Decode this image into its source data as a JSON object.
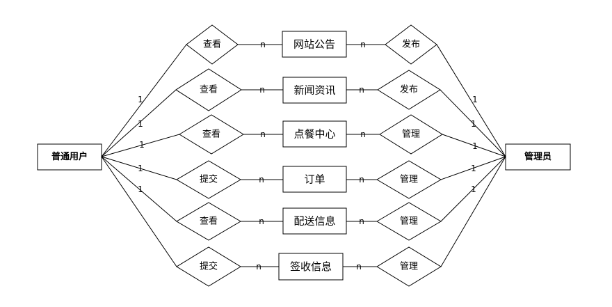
{
  "diagram": {
    "user_entity": "普通用户",
    "admin_entity": "管理员",
    "rows": [
      {
        "left_rel": "查看",
        "left_card_user": "1",
        "left_card_entity": "n",
        "entity": "网站公告",
        "right_card_entity": "n",
        "right_rel": "发布",
        "right_card_admin": "1"
      },
      {
        "left_rel": "查看",
        "left_card_user": "1",
        "left_card_entity": "n",
        "entity": "新闻资讯",
        "right_card_entity": "n",
        "right_rel": "发布",
        "right_card_admin": "1"
      },
      {
        "left_rel": "查看",
        "left_card_user": "1",
        "left_card_entity": "n",
        "entity": "点餐中心",
        "right_card_entity": "n",
        "right_rel": "管理",
        "right_card_admin": "1"
      },
      {
        "left_rel": "提交",
        "left_card_user": "1",
        "left_card_entity": "n",
        "entity": "订单",
        "right_card_entity": "n",
        "right_rel": "管理",
        "right_card_admin": "1"
      },
      {
        "left_rel": "查看",
        "left_card_user": "1",
        "left_card_entity": "n",
        "entity": "配送信息",
        "right_card_entity": "n",
        "right_rel": "管理",
        "right_card_admin": "1"
      },
      {
        "left_rel": "提交",
        "left_card_user": "",
        "left_card_entity": "n",
        "entity": "签收信息",
        "right_card_entity": "n",
        "right_rel": "管理",
        "right_card_admin": ""
      }
    ]
  }
}
